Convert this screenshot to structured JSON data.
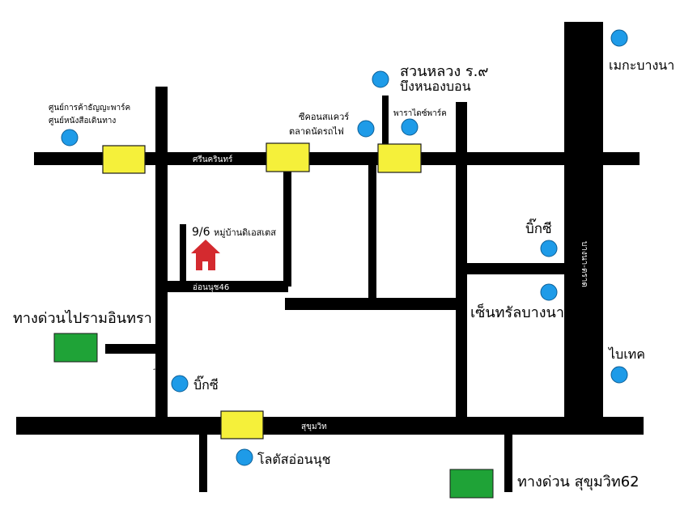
{
  "roads": {
    "srinakarin": "ศรีนครินทร์",
    "sukhumvit": "สุขุมวิท",
    "onnut": "อ่อนนุช",
    "onnut46": "อ่อนนุช46",
    "bangna_trat": "บางนา-ตราด"
  },
  "home": {
    "label": "9/6 หมู่บ้านดิเอสเตส",
    "color": "#d42a2f"
  },
  "places": {
    "megabangna": "เมกะบางนา",
    "suanluang_1": "สวนหลวง ร.๙",
    "suanluang_2": "บึงหนองบอน",
    "paradise": "พาราไดซ์พาร์ค",
    "seacon_1": "ซีคอนสแควร์",
    "seacon_2": "ตลาดนัดรถไฟ",
    "thanya_1": "ศูนย์การค้าธัญญะพาร์ค",
    "thanya_2": "ศูนย์หนังสือเดินทาง",
    "bigc_bangna": "บิ๊กซี",
    "central": "เซ็นทรัลบางนา",
    "biotec": "ไบเทค",
    "bigc_onnut": "บิ๊กซี",
    "lotus": "โลตัสอ่อนนุช"
  },
  "expressways": {
    "ramintra": "ทางด่วนไปรามอินทรา",
    "sukhumvit62": "ทางด่วน สุขุมวิท62"
  },
  "colors": {
    "road": "#000000",
    "signal": "#f5f03a",
    "landmark": "#1e9be8",
    "expressway": "#1fa337"
  }
}
